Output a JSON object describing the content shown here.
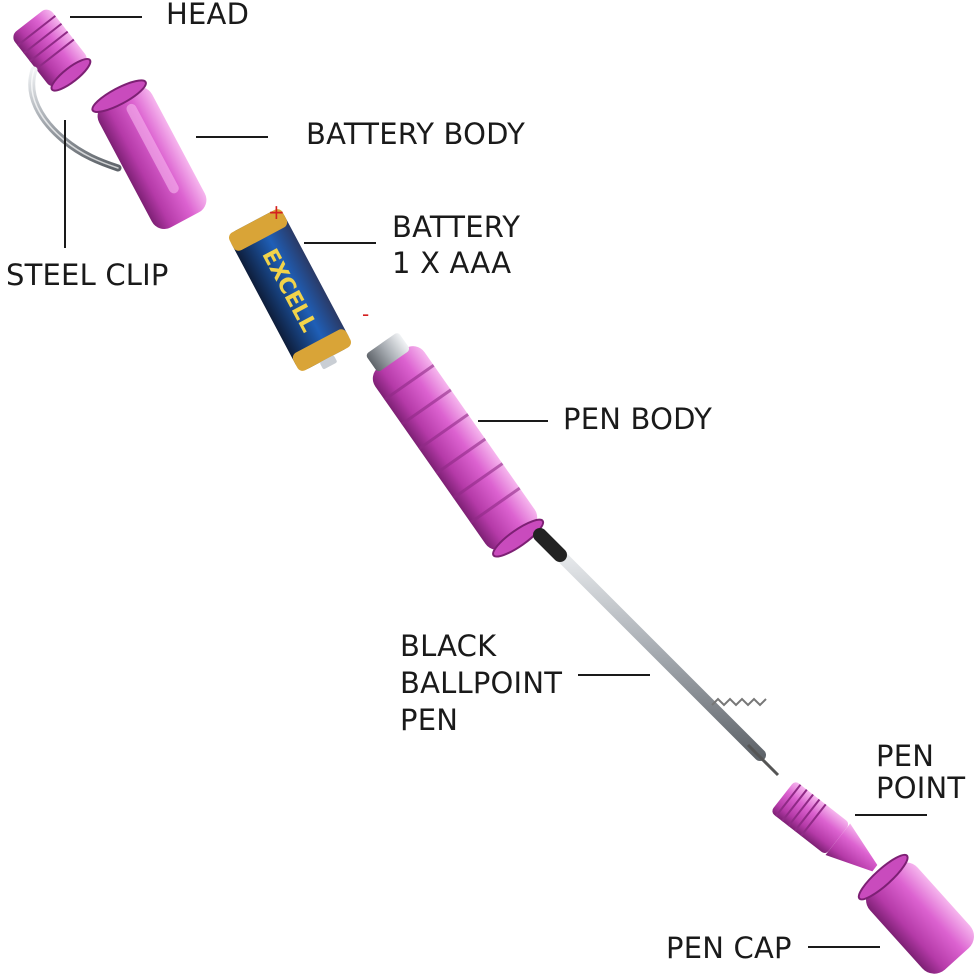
{
  "labels": {
    "head": "HEAD",
    "battery_body": "BATTERY BODY",
    "battery_line1": "BATTERY",
    "battery_line2": "1 X AAA",
    "steel_clip": "STEEL CLIP",
    "pen_body": "PEN BODY",
    "ballpoint_line1": "BLACK",
    "ballpoint_line2": "BALLPOINT",
    "ballpoint_line3": "PEN",
    "pen_point_line1": "PEN",
    "pen_point_line2": "POINT",
    "pen_cap": "PEN CAP"
  },
  "battery": {
    "brand": "EXCELL",
    "plus": "+",
    "minus": "-"
  },
  "colors": {
    "body": "#d25bc7",
    "body_dark": "#8f2a86",
    "body_light": "#f2a6ea",
    "steel": "#b9bec4",
    "text": "#1a1a1a",
    "plus": "#d42020",
    "minus": "#d42020",
    "battery_blue": "#1f5fb7",
    "battery_gold": "#d9a437"
  }
}
